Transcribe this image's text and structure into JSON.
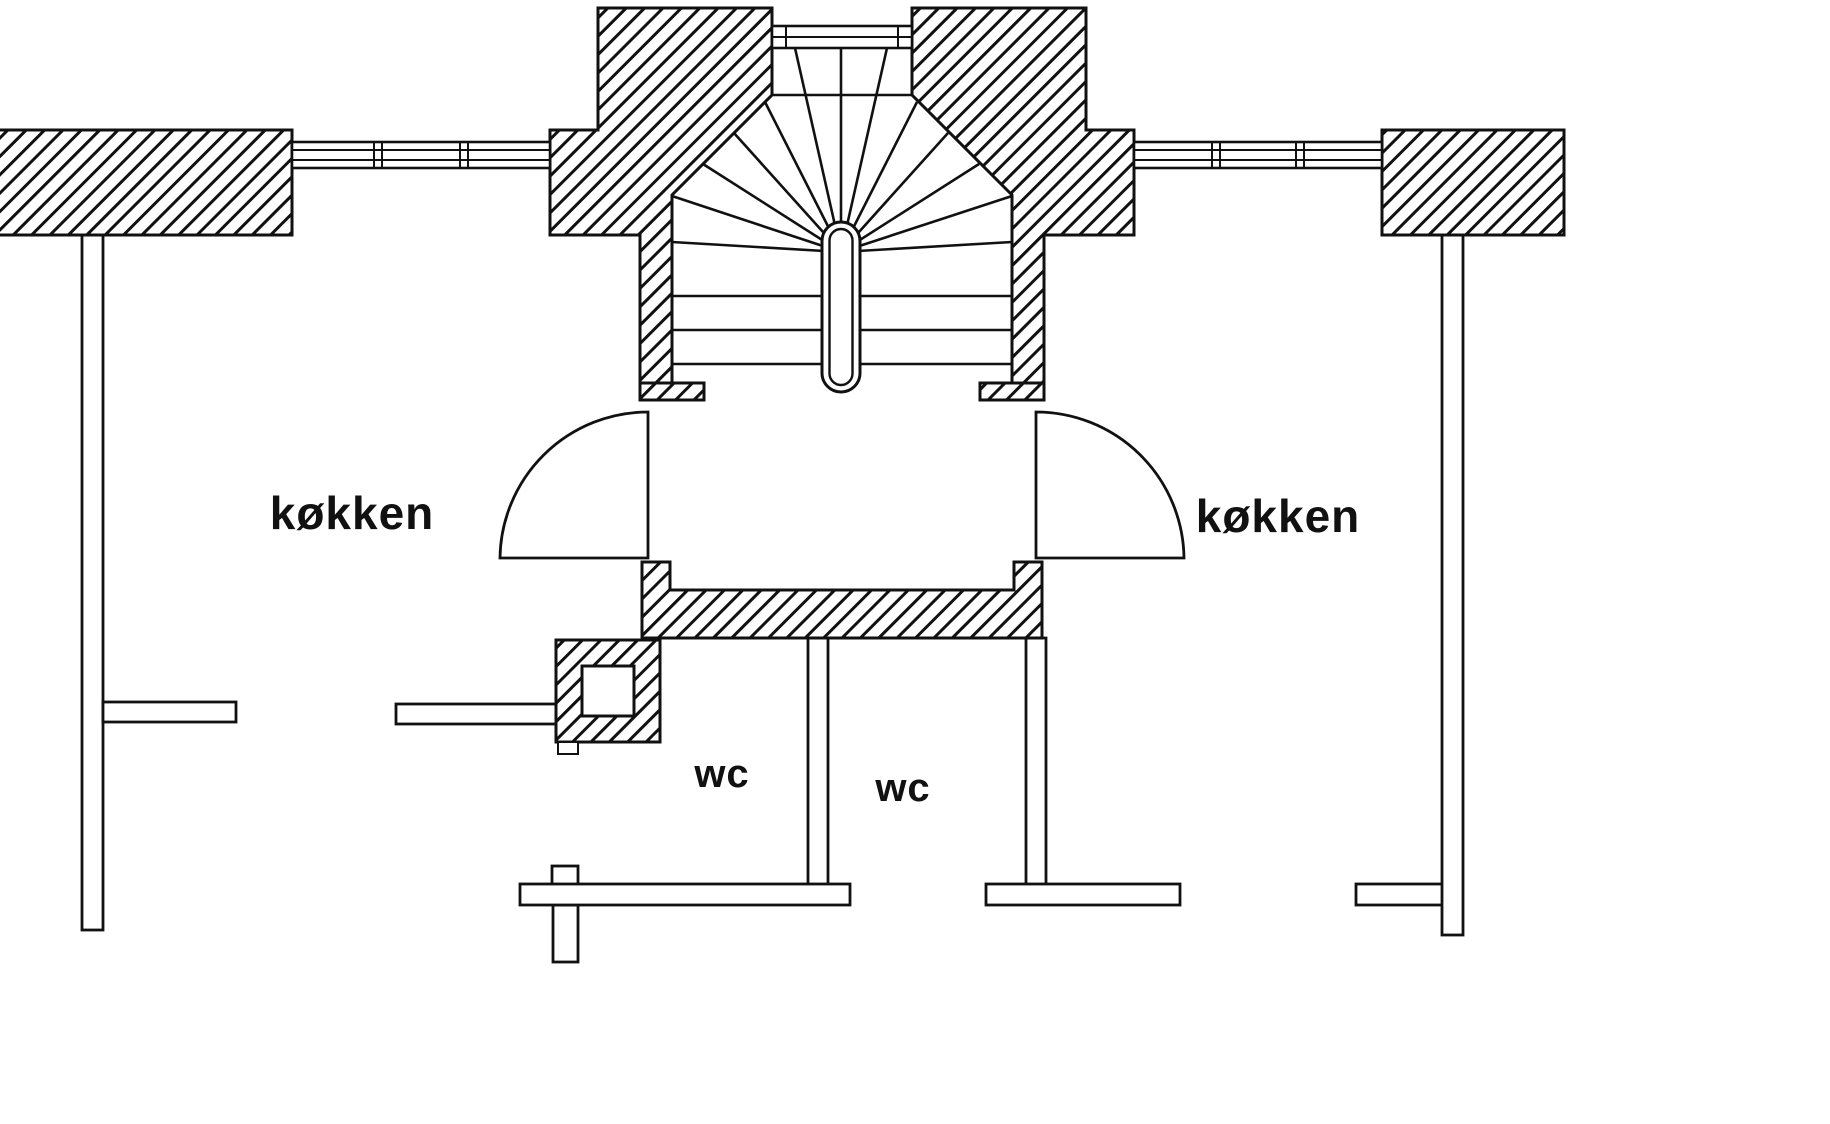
{
  "canvas": {
    "background": "#ffffff",
    "ink": "#111111",
    "drawing_type": "architectural floor plan, black line work with hatched masonry walls"
  },
  "plan": {
    "labels": {
      "kitchen_left": "køkken",
      "kitchen_right": "køkken",
      "wc_left": "wc",
      "wc_right": "wc"
    },
    "features": [
      "central winder staircase with oval newel",
      "top facade windows",
      "two quarter-circle door swings",
      "hatched partition wall",
      "chimney flue block",
      "thin interior partition walls"
    ]
  }
}
